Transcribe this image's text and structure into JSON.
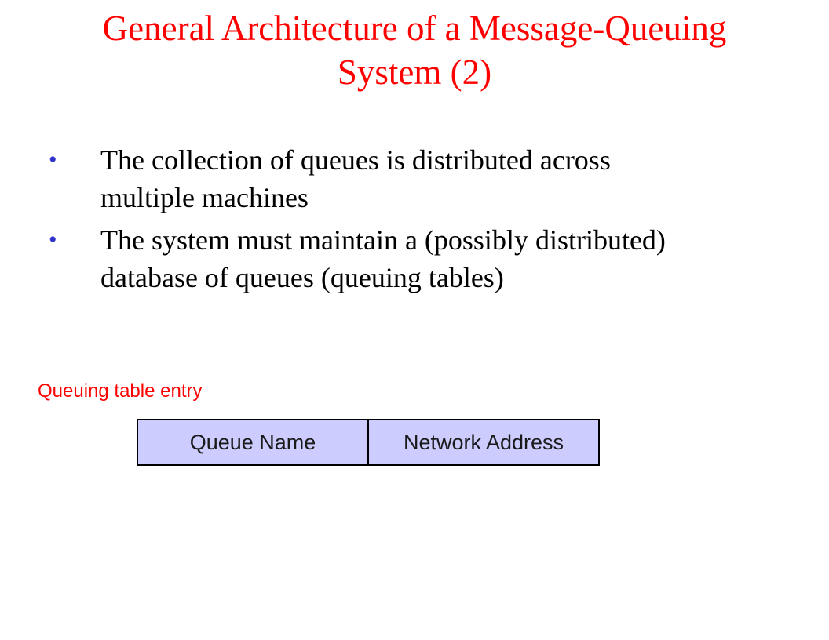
{
  "slide": {
    "title_lines": [
      "General Architecture of a Message-Queuing",
      "System (2)"
    ],
    "bullets": [
      {
        "lines": [
          "The collection of queues is distributed across",
          "multiple machines"
        ]
      },
      {
        "lines": [
          "The system must maintain a (possibly distributed)",
          "database of queues (queuing tables)"
        ]
      }
    ],
    "bullet_marker": "•"
  },
  "diagram": {
    "caption": "Queuing table entry",
    "fields": [
      "Queue Name",
      "Network Address"
    ],
    "colors": {
      "field_fill": "#ccccff",
      "caption": "#ff0000",
      "title": "#ff0000",
      "bullet_marker": "#3333cc"
    }
  }
}
